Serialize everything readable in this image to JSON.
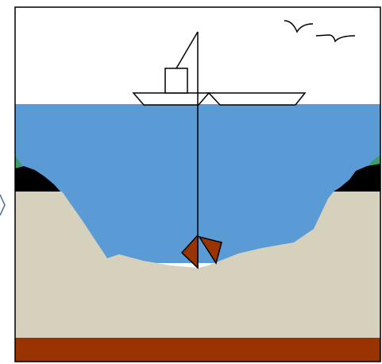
{
  "diagram": {
    "description_visible_text": "",
    "colors": {
      "sky": "#ffffff",
      "water": "#5b9bd5",
      "seabed": "#d6d1bd",
      "bedrock": "#993300",
      "shore_rock": "#000000",
      "shore_grass": "#3e9b6a",
      "grab_bucket": "#993300",
      "outline": "#000000"
    },
    "elements": [
      "sky",
      "water",
      "seabed",
      "bedrock",
      "left-shore-rocks",
      "right-shore-rocks",
      "dredging-ship",
      "crane",
      "cable",
      "grab-bucket",
      "seagull-1",
      "seagull-2"
    ]
  }
}
